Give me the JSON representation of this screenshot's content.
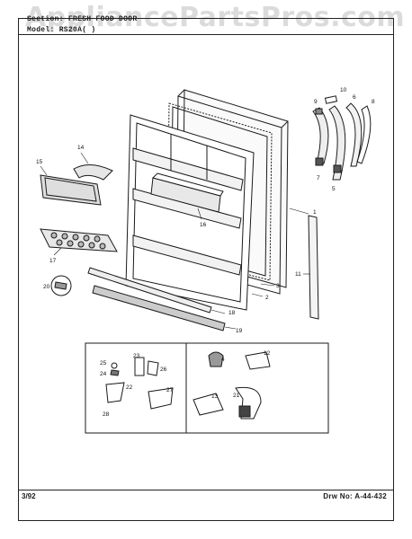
{
  "header": {
    "section": "Section: FRESH FOOD DOOR",
    "model": "Model: RS20A(  )"
  },
  "watermark": "AppliancePartsPros.com",
  "footer": {
    "date": "3/92",
    "drawing_number": "Drw No:  A-44-432"
  },
  "callouts": {
    "c1": "1",
    "c2": "2",
    "c3": "3",
    "c4": "4",
    "c5": "5",
    "c6": "6",
    "c7": "7",
    "c8": "8",
    "c9": "9",
    "c10": "10",
    "c11": "11",
    "c12": "12",
    "c13": "13",
    "c14": "14",
    "c15": "15",
    "c16": "16",
    "c17": "17",
    "c18": "18",
    "c19": "19",
    "c20": "20",
    "c21": "21",
    "c22": "22",
    "c23": "23",
    "c24": "24",
    "c25": "25",
    "c26": "26",
    "c27": "27",
    "c28": "28"
  }
}
